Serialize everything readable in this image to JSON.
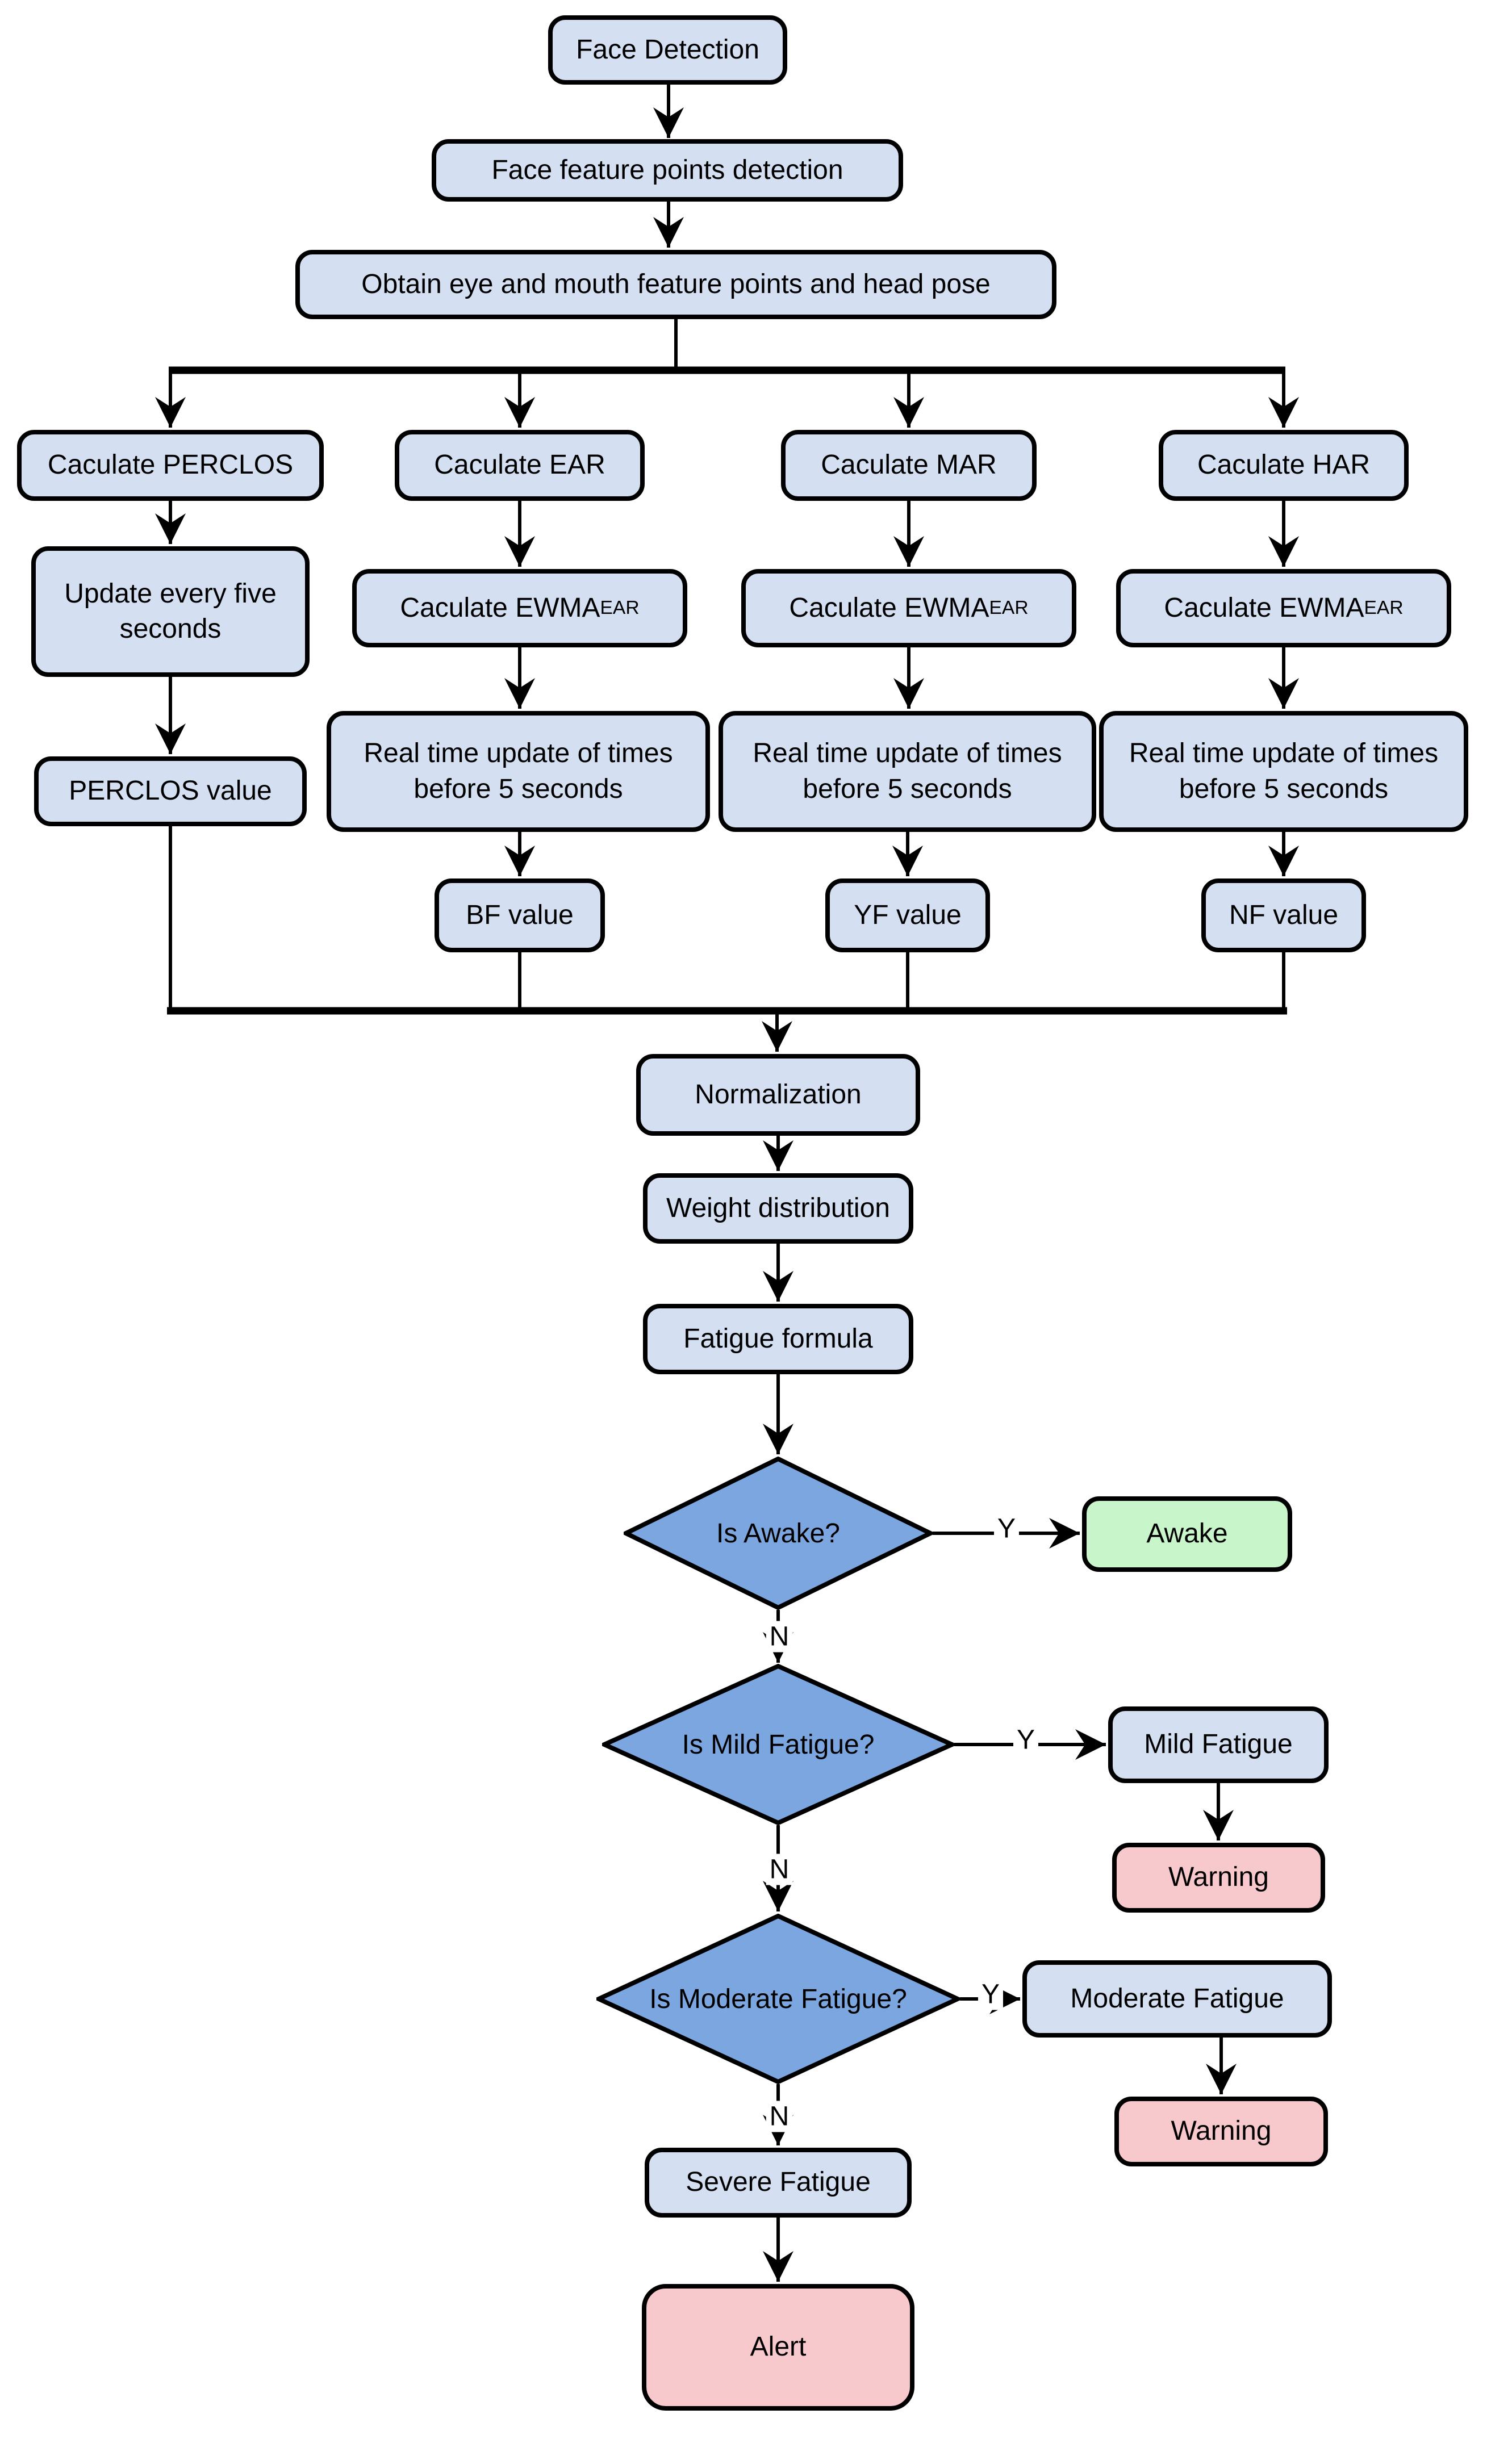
{
  "colors": {
    "process-fill": "#D4E0F2",
    "decision-fill": "#7CA6E0",
    "ok-fill": "#C9F5CA",
    "alarm-fill": "#F8C9CC",
    "stroke": "#000000",
    "edge": "#000000",
    "background": "#FFFFFF"
  },
  "edge_labels": {
    "yes": "Y",
    "no": "N"
  },
  "nodes": {
    "face_detection": {
      "label": "Face Detection"
    },
    "face_feature": {
      "label": "Face feature points detection"
    },
    "obtain": {
      "label": "Obtain eye and mouth feature points and head pose"
    },
    "calc_perclos": {
      "label": "Caculate PERCLOS"
    },
    "calc_ear": {
      "label": "Caculate EAR"
    },
    "calc_mar": {
      "label": "Caculate MAR"
    },
    "calc_har": {
      "label": "Caculate HAR"
    },
    "update_five": {
      "label": "Update every five seconds"
    },
    "ewma_ear": {
      "label": "Caculate EWMA",
      "sub": "EAR"
    },
    "ewma_mar": {
      "label": "Caculate EWMA",
      "sub": "EAR"
    },
    "ewma_har": {
      "label": "Caculate EWMA",
      "sub": "EAR"
    },
    "perclos_value": {
      "label": "PERCLOS value"
    },
    "rt_ear": {
      "label": "Real time update of times before 5 seconds"
    },
    "rt_mar": {
      "label": "Real time update of times before 5 seconds"
    },
    "rt_har": {
      "label": "Real time update of times before 5 seconds"
    },
    "bf_value": {
      "label": "BF value"
    },
    "yf_value": {
      "label": "YF value"
    },
    "nf_value": {
      "label": "NF value"
    },
    "normalization": {
      "label": "Normalization"
    },
    "weight_distribution": {
      "label": "Weight distribution"
    },
    "fatigue_formula": {
      "label": "Fatigue formula"
    },
    "is_awake": {
      "label": "Is Awake?"
    },
    "awake": {
      "label": "Awake"
    },
    "is_mild_fatigue": {
      "label": "Is Mild Fatigue?"
    },
    "mild_fatigue": {
      "label": "Mild Fatigue"
    },
    "warning_mild": {
      "label": "Warning"
    },
    "is_moderate_fatigue": {
      "label": "Is Moderate Fatigue?"
    },
    "moderate_fatigue": {
      "label": "Moderate Fatigue"
    },
    "warning_moderate": {
      "label": "Warning"
    },
    "severe_fatigue": {
      "label": "Severe Fatigue"
    },
    "alert": {
      "label": "Alert"
    }
  }
}
